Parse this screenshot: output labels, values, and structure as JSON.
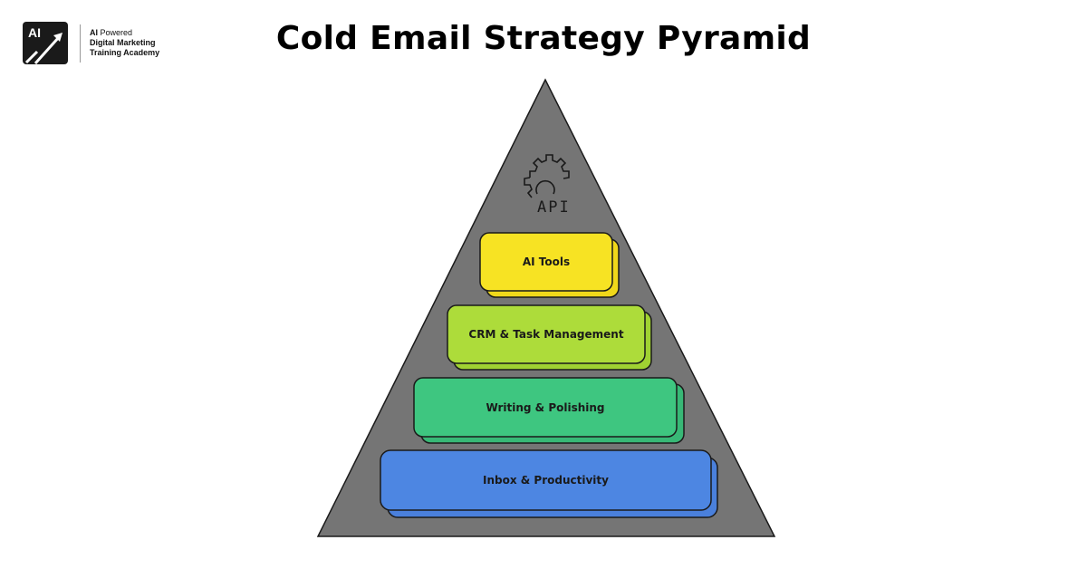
{
  "logo": {
    "mark_text": "AI",
    "line1_bold": "AI",
    "line1_rest": " Powered",
    "line2": "Digital Marketing",
    "line3": "Training Academy"
  },
  "title": "Cold Email Strategy Pyramid",
  "pyramid": {
    "fill": "#757575",
    "top_icon": {
      "name": "api-gear-icon",
      "label": "API"
    },
    "layers": [
      {
        "label": "AI Tools",
        "color": "#f5e01f"
      },
      {
        "label": "CRM & Task Management",
        "color": "#a8d83a"
      },
      {
        "label": "Writing & Polishing",
        "color": "#3cc47c"
      },
      {
        "label": "Inbox & Productivity",
        "color": "#4a84e0"
      }
    ]
  }
}
